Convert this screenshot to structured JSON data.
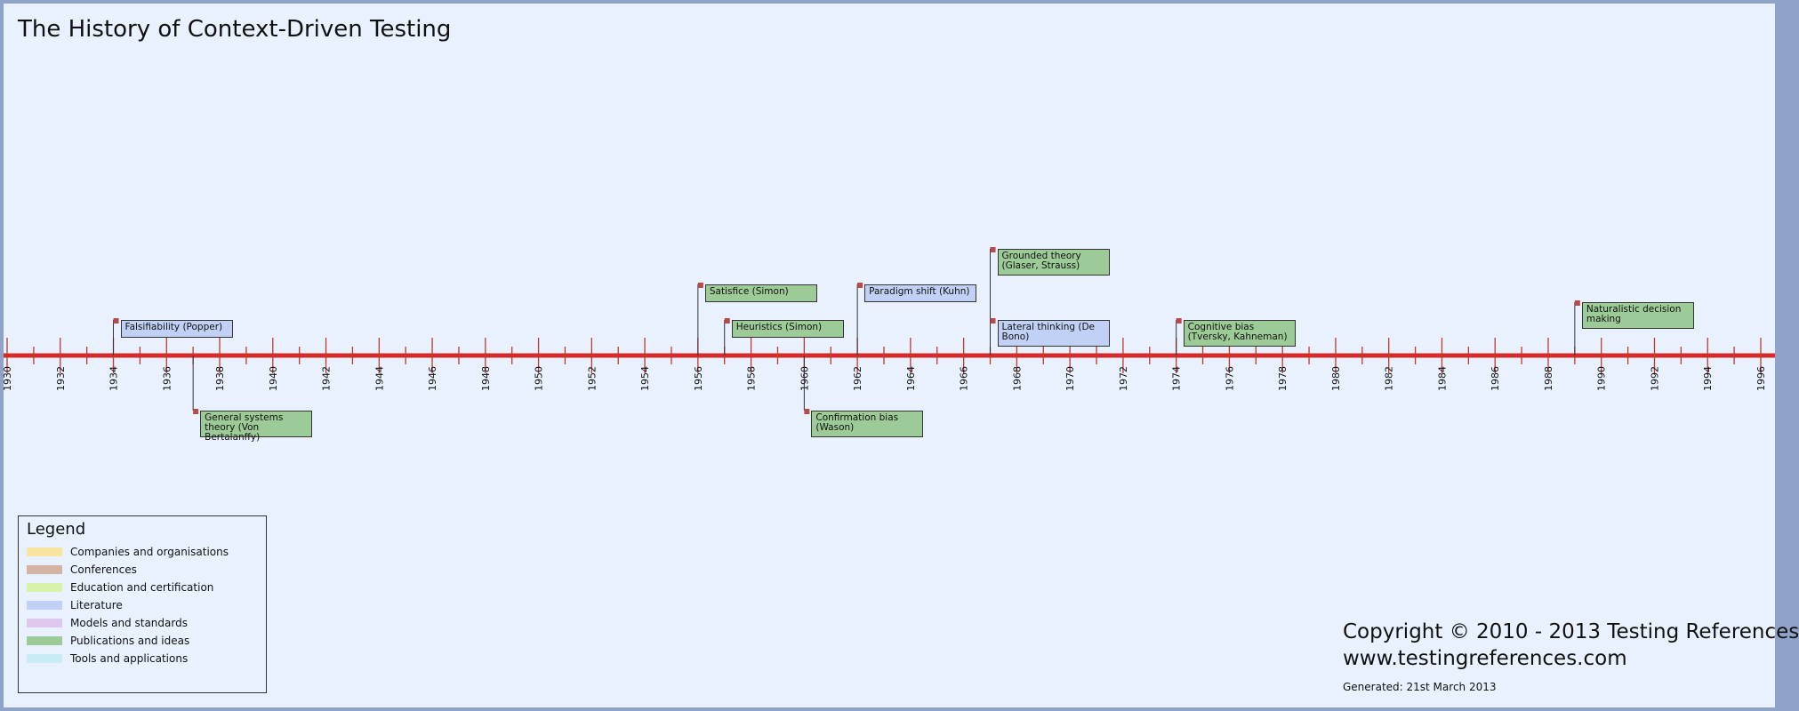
{
  "title": "The History of Context-Driven Testing",
  "timeline": {
    "start_year": 1930,
    "end_year": 1996,
    "axis_color": "#d42a2a",
    "tick_color": "#c0392b",
    "label_years": [
      "1930",
      "1932",
      "1934",
      "1936",
      "1938",
      "1940",
      "1942",
      "1944",
      "1946",
      "1948",
      "1950",
      "1952",
      "1954",
      "1956",
      "1958",
      "1960",
      "1962",
      "1964",
      "1966",
      "1968",
      "1970",
      "1972",
      "1974",
      "1976",
      "1978",
      "1980",
      "1982",
      "1984",
      "1986",
      "1988",
      "1990",
      "1992",
      "1994",
      "1996"
    ]
  },
  "categories": {
    "companies": {
      "label": "Companies and organisations",
      "color": "#f7e4a1"
    },
    "conferences": {
      "label": "Conferences",
      "color": "#d3b3a5"
    },
    "education": {
      "label": "Education and certification",
      "color": "#d7f3a9"
    },
    "literature": {
      "label": "Literature",
      "color": "#c0d1f5"
    },
    "models": {
      "label": "Models and standards",
      "color": "#dec8ee"
    },
    "publications": {
      "label": "Publications and ideas",
      "color": "#9dcb97"
    },
    "tools": {
      "label": "Tools and applications",
      "color": "#c7ecf5"
    }
  },
  "legend": {
    "title": "Legend",
    "order": [
      "companies",
      "conferences",
      "education",
      "literature",
      "models",
      "publications",
      "tools"
    ]
  },
  "events": [
    {
      "name": "falsifiability",
      "year": 1934,
      "label": "Falsifiability (Popper)",
      "category": "literature",
      "level": 1
    },
    {
      "name": "general-systems-theory",
      "year": 1937,
      "label": "General systems theory (Von Bertalanffy)",
      "category": "publications",
      "level": -1
    },
    {
      "name": "satisfice",
      "year": 1956,
      "label": "Satisfice (Simon)",
      "category": "publications",
      "level": 2
    },
    {
      "name": "heuristics",
      "year": 1957,
      "label": "Heuristics (Simon)",
      "category": "publications",
      "level": 1
    },
    {
      "name": "confirmation-bias",
      "year": 1960,
      "label": "Confirmation bias (Wason)",
      "category": "publications",
      "level": -1
    },
    {
      "name": "paradigm-shift",
      "year": 1962,
      "label": "Paradigm shift (Kuhn)",
      "category": "literature",
      "level": 2
    },
    {
      "name": "grounded-theory",
      "year": 1967,
      "label": "Grounded theory (Glaser, Strauss)",
      "category": "publications",
      "level": 3
    },
    {
      "name": "lateral-thinking",
      "year": 1967,
      "label": "Lateral thinking (De Bono)",
      "category": "literature",
      "level": 1
    },
    {
      "name": "cognitive-bias",
      "year": 1974,
      "label": "Cognitive bias (Tversky, Kahneman)",
      "category": "publications",
      "level": 1
    },
    {
      "name": "naturalistic-decision-making",
      "year": 1989,
      "label": "Naturalistic decision making",
      "category": "publications",
      "level": 1.5
    }
  ],
  "footer": {
    "copyright": "Copyright © 2010 - 2013 Testing References",
    "website": "www.testingreferences.com",
    "generated": "Generated: 21st March 2013"
  }
}
